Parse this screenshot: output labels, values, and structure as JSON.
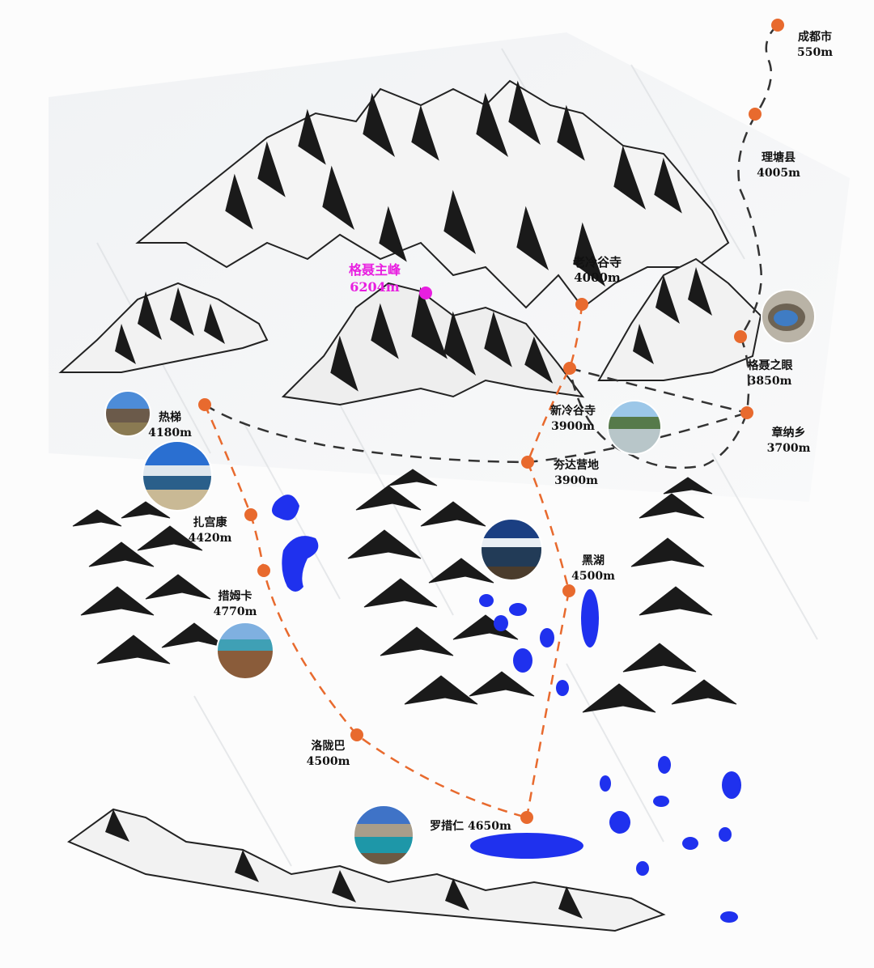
{
  "peak": {
    "name": "格聂主峰",
    "altitude": "6204m",
    "color": "#e81fe0"
  },
  "colors": {
    "orange_route": "#e86a2e",
    "dark_route": "#333333",
    "lake": "#1f31ee",
    "marker": "#e86a2e"
  },
  "places": [
    {
      "id": "chengdu",
      "name": "成都市",
      "altitude": "550m"
    },
    {
      "id": "litang",
      "name": "理塘县",
      "altitude": "4005m"
    },
    {
      "id": "old-lengu",
      "name": "老冷谷寺",
      "altitude": "4000m"
    },
    {
      "id": "genie-eye",
      "name": "格聂之眼",
      "altitude": "3850m"
    },
    {
      "id": "re-wu",
      "name": "热梯",
      "altitude": "4180m"
    },
    {
      "id": "new-lengu",
      "name": "新冷谷寺",
      "altitude": "3900m"
    },
    {
      "id": "zhangna",
      "name": "章纳乡",
      "altitude": "3700m"
    },
    {
      "id": "camp",
      "name": "夯达营地",
      "altitude": "3900m"
    },
    {
      "id": "zhaxikang",
      "name": "扎宫康",
      "altitude": "4420m"
    },
    {
      "id": "heihu",
      "name": "黑湖",
      "altitude": "4500m"
    },
    {
      "id": "cuoboka",
      "name": "措姆卡",
      "altitude": "4770m"
    },
    {
      "id": "luolongba",
      "name": "洛陇巴",
      "altitude": "4500m"
    },
    {
      "id": "luocuoren",
      "name": "罗措仁",
      "altitude": "4650m"
    }
  ]
}
